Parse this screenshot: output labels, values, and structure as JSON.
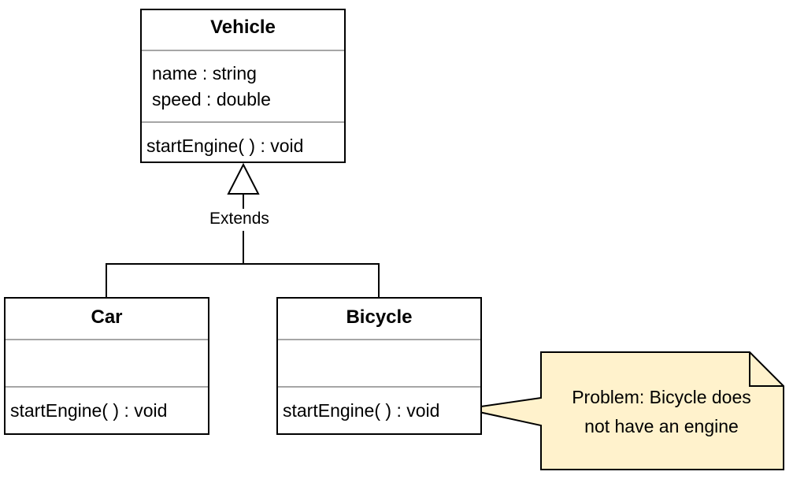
{
  "diagram": {
    "classes": {
      "vehicle": {
        "name": "Vehicle",
        "attributes": [
          "name : string",
          "speed : double"
        ],
        "methods": [
          "startEngine( ) : void"
        ]
      },
      "car": {
        "name": "Car",
        "attributes": [],
        "methods": [
          "startEngine( ) : void"
        ]
      },
      "bicycle": {
        "name": "Bicycle",
        "attributes": [],
        "methods": [
          "startEngine( ) : void"
        ]
      }
    },
    "relation": {
      "label": "Extends"
    },
    "note": {
      "lines": [
        "Problem: Bicycle does",
        "not have an engine"
      ]
    },
    "colors": {
      "note_fill": "#fff2cc",
      "note_stroke": "#000000",
      "separator": "#a6a6a6",
      "line": "#000000"
    }
  }
}
